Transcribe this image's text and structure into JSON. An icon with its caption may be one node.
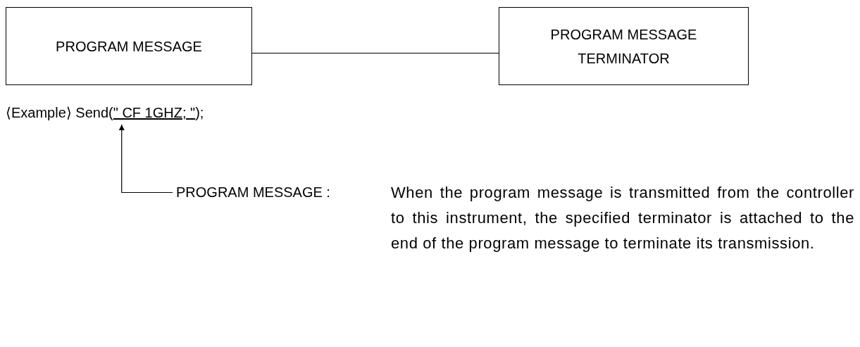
{
  "diagram": {
    "nodes": [
      {
        "text": [
          "PROGRAM MESSAGE"
        ]
      },
      {
        "text": [
          "PROGRAM MESSAGE TERMINATOR"
        ]
      },
      {
        "text": [
          "⟨Example⟩ Send(",
          "\" CF 1GHZ; \"",
          ");"
        ]
      },
      {
        "text": [
          "PROGRAM MESSAGE :"
        ]
      }
    ],
    "edges": [
      {
        "from": 0,
        "to": 1,
        "arrow": "none"
      },
      {
        "from": 3,
        "to": 2,
        "arrow": "to"
      }
    ],
    "labels": [
      "When the program message is transmitted from the controller to this instrument, the specified terminator is attached to the end of the program message to terminate its transmission."
    ]
  }
}
